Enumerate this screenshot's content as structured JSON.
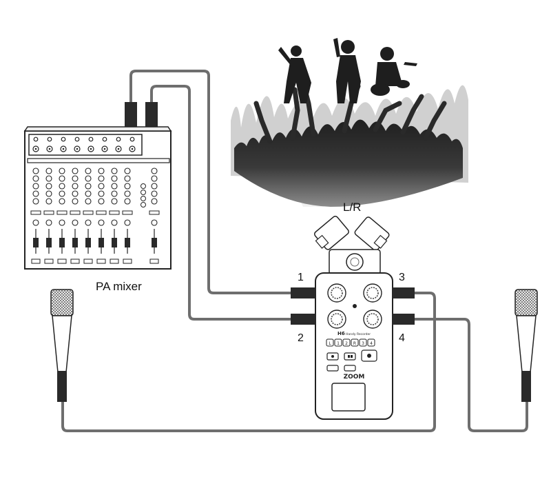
{
  "labels": {
    "lr": "L/R",
    "pa_mixer": "PA mixer",
    "input_1": "1",
    "input_2": "2",
    "input_3": "3",
    "input_4": "4"
  },
  "recorder": {
    "model": "H6",
    "subtitle": "Handy Recorder",
    "brand": "ZOOM",
    "input_buttons": [
      "L",
      "1",
      "2",
      "R",
      "3",
      "4"
    ]
  },
  "mixer": {
    "channels": 8,
    "stereo_channels": 1
  },
  "colors": {
    "cable": "#6e6e6e",
    "outline": "#222222",
    "crowd_dark": "#2b2b2b",
    "crowd_light": "#d9d9d9"
  }
}
